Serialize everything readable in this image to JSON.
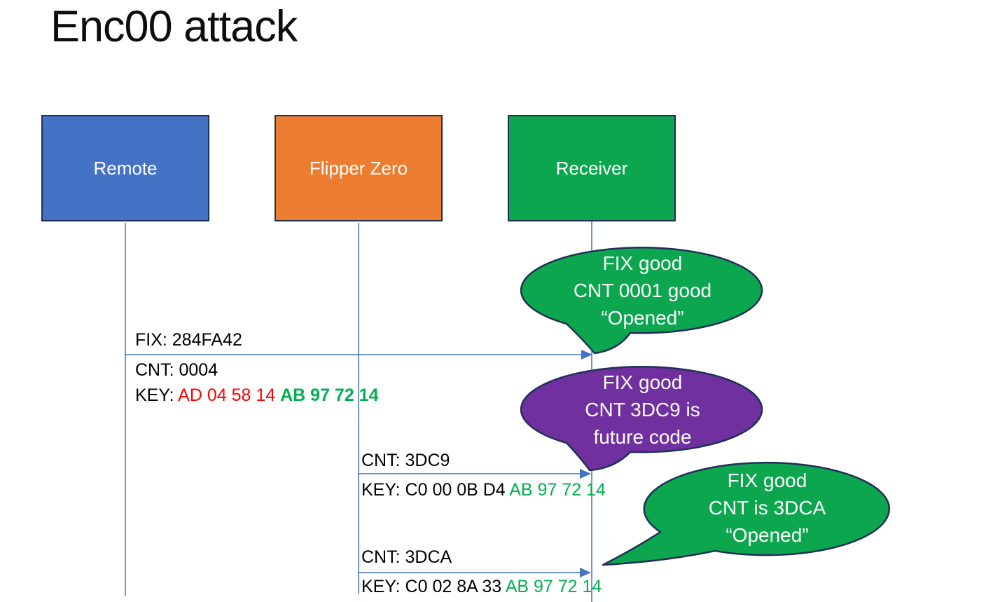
{
  "title": "Enc00 attack",
  "colors": {
    "remote_fill": "#4472C4",
    "flipper_fill": "#ED7D31",
    "receiver_fill": "#0CA64F",
    "callout_green": "#0CA64F",
    "callout_purple": "#7030A0",
    "outline": "#1F3057",
    "connector_blue": "#4472C4",
    "key_red": "#FF0000",
    "key_green": "#00B050"
  },
  "actors": [
    {
      "label": "Remote"
    },
    {
      "label": "Flipper Zero"
    },
    {
      "label": "Receiver"
    }
  ],
  "message1": {
    "fix": "FIX: 284FA42",
    "cnt": "CNT: 0004",
    "key_label": "KEY: ",
    "key_red": "AD 04 58 14 ",
    "key_green": "AB 97 72 14"
  },
  "message2": {
    "cnt": "CNT: 3DC9",
    "key_label": "KEY: C0 00 0B D4 ",
    "key_green": "AB 97 72 14"
  },
  "message3": {
    "cnt": "CNT: 3DCA",
    "key_label": "KEY: C0 02 8A 33 ",
    "key_green": "AB 97 72 14"
  },
  "callouts": [
    {
      "lines": [
        "FIX good",
        "CNT 0001 good",
        "“Opened”"
      ]
    },
    {
      "lines": [
        "FIX good",
        "CNT 3DC9 is",
        "future code"
      ]
    },
    {
      "lines": [
        "FIX good",
        "CNT is 3DCA",
        "“Opened”"
      ]
    }
  ]
}
